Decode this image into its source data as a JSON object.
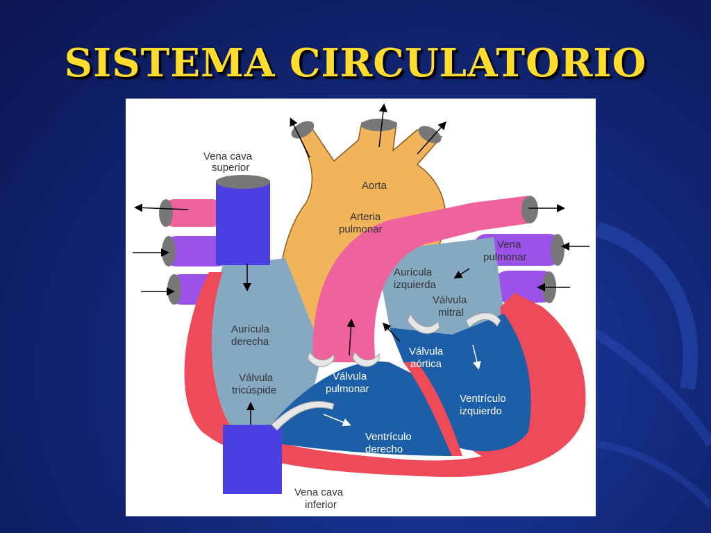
{
  "slide": {
    "title": "SISTEMA CIRCULATORIO"
  },
  "diagram": {
    "labels": {
      "vena_cava_superior_1": "Vena cava",
      "vena_cava_superior_2": "superior",
      "aorta": "Aorta",
      "arteria_pulmonar_1": "Arteria",
      "arteria_pulmonar_2": "pulmonar",
      "vena_pulmonar_1": "Vena",
      "vena_pulmonar_2": "pulmonar",
      "auricula_izquierda_1": "Aurícula",
      "auricula_izquierda_2": "izquierda",
      "valvula_mitral_1": "Válvula",
      "valvula_mitral_2": "mitral",
      "auricula_derecha_1": "Aurícula",
      "auricula_derecha_2": "derecha",
      "valvula_aortica_1": "Válvula",
      "valvula_aortica_2": "aórtica",
      "valvula_tricuspide_1": "Válvula",
      "valvula_tricuspide_2": "tricúspide",
      "valvula_pulmonar_1": "Válvula",
      "valvula_pulmonar_2": "pulmonar",
      "ventriculo_izquierdo_1": "Ventrículo",
      "ventriculo_izquierdo_2": "izquierdo",
      "ventriculo_derecho_1": "Ventrículo",
      "ventriculo_derecho_2": "derecho",
      "vena_cava_inferior_1": "Vena cava",
      "vena_cava_inferior_2": "inferior"
    },
    "colors": {
      "background_dark": "#0b1650",
      "background_mid": "#1f3fa8",
      "title": "#ffdc2e",
      "aorta": "#f2b45a",
      "pulmonary_artery": "#f0629e",
      "pulmonary_vein": "#9b52e8",
      "vena_cava": "#4a3fe0",
      "atrium": "#86a9c2",
      "ventricle": "#1d5ea8",
      "myocardium": "#ef4a58",
      "valve": "#e6e6e6"
    }
  }
}
